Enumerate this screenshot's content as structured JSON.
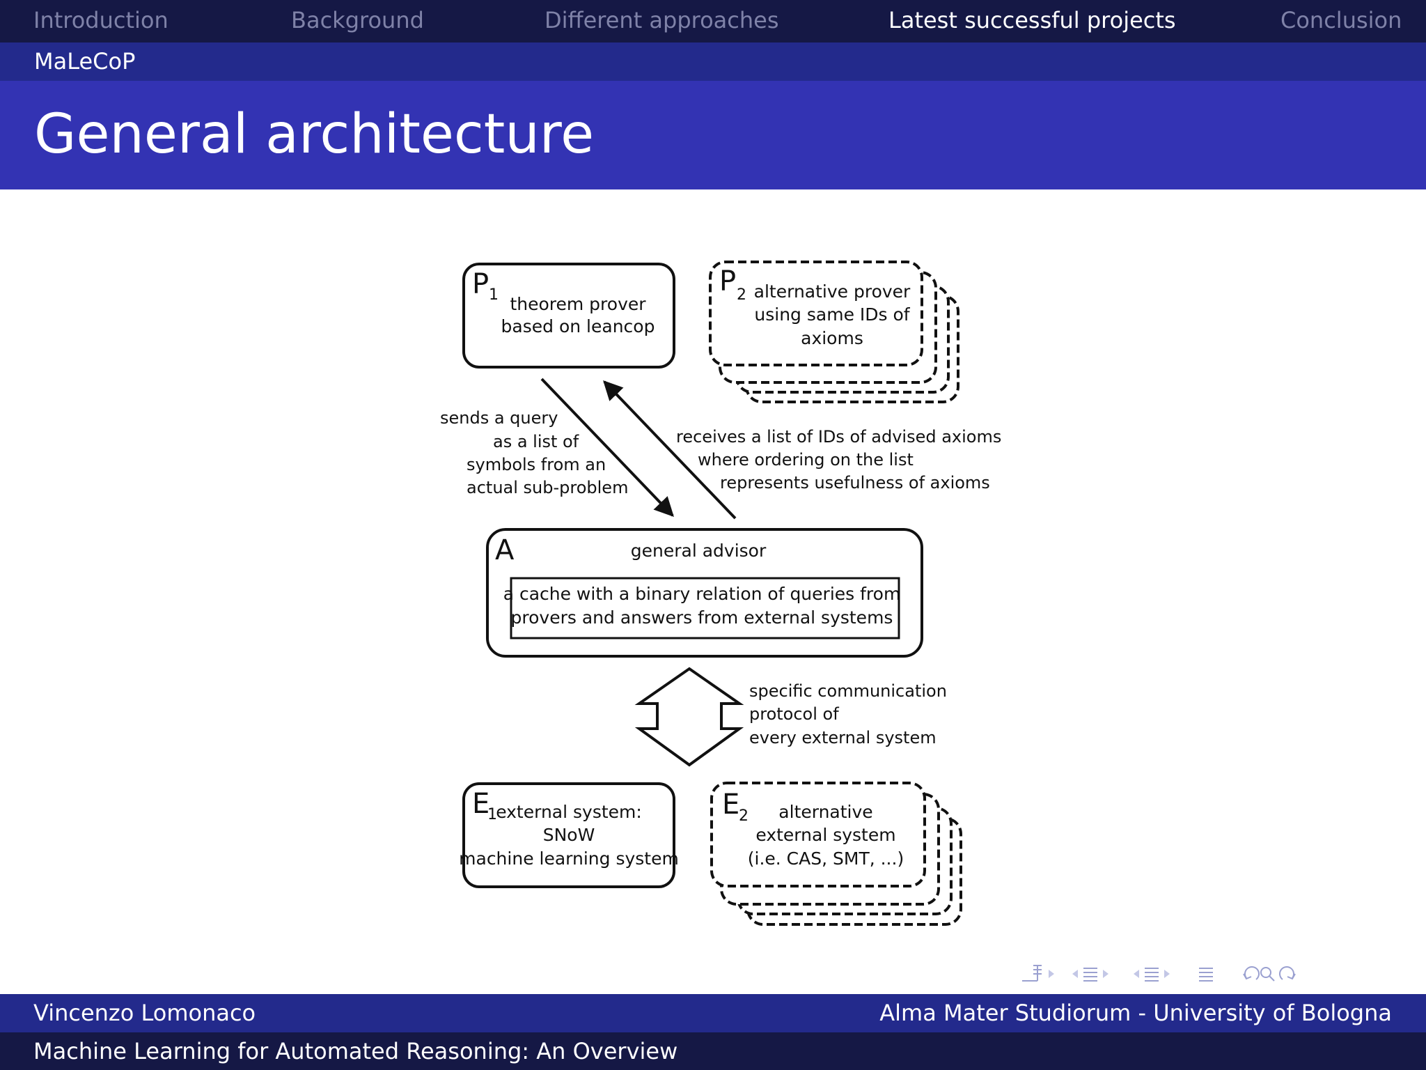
{
  "nav": {
    "items": [
      {
        "label": "Introduction"
      },
      {
        "label": "Background"
      },
      {
        "label": "Different approaches"
      },
      {
        "label": "Latest successful projects"
      },
      {
        "label": "Conclusion"
      }
    ],
    "active_index": 3
  },
  "subsection": "MaLeCoP",
  "title": "General architecture",
  "diagram": {
    "p1": {
      "symbol": "P",
      "subscript": "1",
      "lines": [
        "theorem prover",
        "based on leancop"
      ]
    },
    "p2": {
      "symbol": "P",
      "subscript": "2",
      "lines": [
        "alternative prover",
        "using same IDs of",
        "axioms"
      ]
    },
    "query_label": [
      "sends a query",
      "as a list of",
      "symbols  from an",
      "actual sub-problem"
    ],
    "answer_label": [
      "receives a list of IDs of advised axioms",
      "where ordering on the list",
      "represents usefulness of axioms"
    ],
    "a": {
      "symbol": "A",
      "title": "general advisor",
      "cache_lines": [
        "a cache with a binary relation of queries from",
        "provers and answers from external systems"
      ]
    },
    "protocol_label": [
      "specific communication",
      "protocol of",
      "every external system"
    ],
    "e1": {
      "symbol": "E",
      "subscript": "1",
      "lines": [
        "external system:",
        "SNoW",
        "machine learning system"
      ]
    },
    "e2": {
      "symbol": "E",
      "subscript": "2",
      "lines": [
        "alternative",
        "external system",
        "(i.e. CAS, SMT, ...)"
      ]
    }
  },
  "footer": {
    "author": "Vincenzo Lomonaco",
    "institution": "Alma Mater Studiorum - University of Bologna",
    "talk_title": "Machine Learning for Automated Reasoning: An Overview"
  },
  "colors": {
    "nav_bg": "#151845",
    "subsection_bg": "#232a8c",
    "title_bg": "#3333b3",
    "nav_inactive": "#7f82a8",
    "nav_symbols": "#9aa0d0"
  }
}
